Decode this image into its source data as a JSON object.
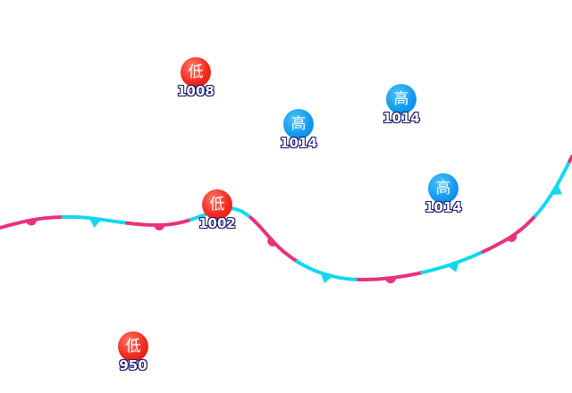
{
  "map": {
    "colors": {
      "warm_front": "#e8327c",
      "cold_front": "#13d8ee",
      "low": "#f22a1e",
      "high": "#159aee",
      "value_outline": "#14166e"
    },
    "front": {
      "type": "stationary-front",
      "icons": [
        "warm-front-semicircle-icon",
        "cold-front-triangle-icon"
      ]
    },
    "centers": [
      {
        "id": "low-1",
        "kind": "low",
        "glyph": "低",
        "value": "1008"
      },
      {
        "id": "high-1",
        "kind": "high",
        "glyph": "高",
        "value": "1014"
      },
      {
        "id": "high-2",
        "kind": "high",
        "glyph": "高",
        "value": "1014"
      },
      {
        "id": "low-2",
        "kind": "low",
        "glyph": "低",
        "value": "1002"
      },
      {
        "id": "high-3",
        "kind": "high",
        "glyph": "高",
        "value": "1014"
      },
      {
        "id": "low-3",
        "kind": "low",
        "glyph": "低",
        "value": "950"
      }
    ]
  }
}
